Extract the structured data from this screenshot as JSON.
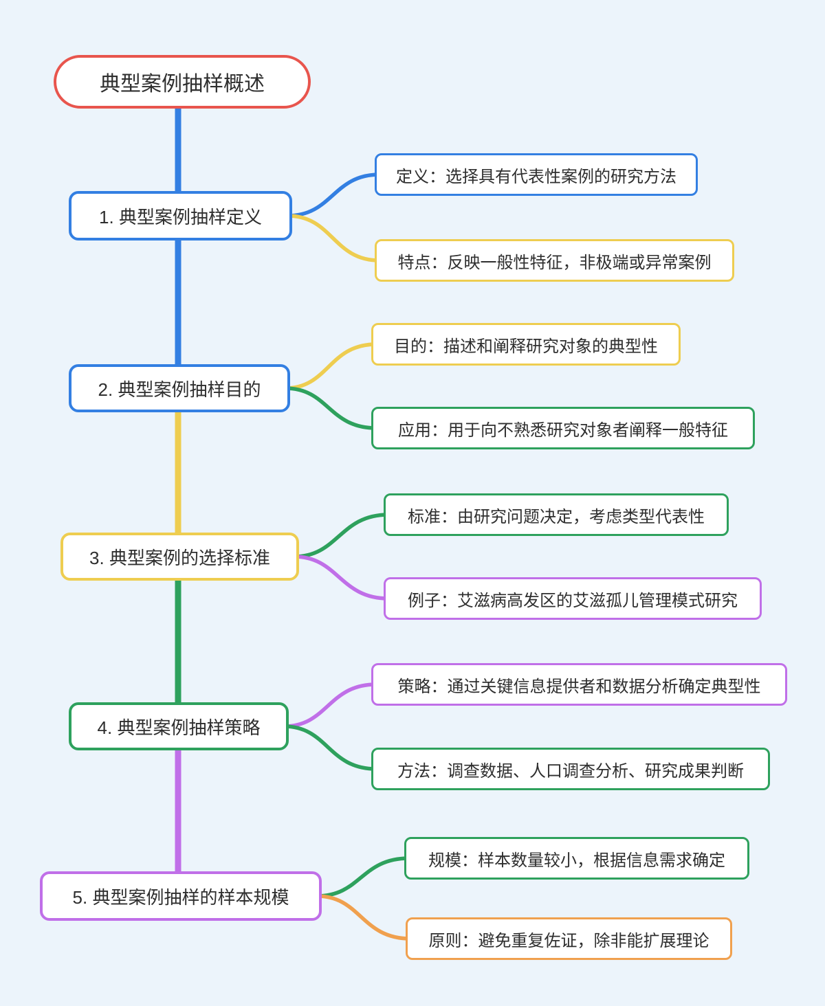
{
  "title": "典型案例抽样概述",
  "palette": {
    "background": "#ECF4FB",
    "red": "#E8554D",
    "blue": "#337FE2",
    "yellow": "#EECD50",
    "green": "#2EA15D",
    "purple": "#C06FE8",
    "orange": "#F0A04E",
    "text": "#2E2E2E",
    "node_fill": "#FFFFFF"
  },
  "spine_segments": [
    "blue",
    "blue",
    "yellow",
    "green",
    "purple"
  ],
  "root": {
    "label": "典型案例抽样概述",
    "color": "red"
  },
  "nodes": [
    {
      "label": "1. 典型案例抽样定义",
      "color": "blue",
      "children": [
        {
          "label": "定义：选择具有代表性案例的研究方法",
          "color": "blue"
        },
        {
          "label": "特点：反映一般性特征，非极端或异常案例",
          "color": "yellow"
        }
      ]
    },
    {
      "label": "2. 典型案例抽样目的",
      "color": "blue",
      "children": [
        {
          "label": "目的：描述和阐释研究对象的典型性",
          "color": "yellow"
        },
        {
          "label": "应用：用于向不熟悉研究对象者阐释一般特征",
          "color": "green"
        }
      ]
    },
    {
      "label": "3. 典型案例的选择标准",
      "color": "yellow",
      "children": [
        {
          "label": "标准：由研究问题决定，考虑类型代表性",
          "color": "green"
        },
        {
          "label": "例子：艾滋病高发区的艾滋孤儿管理模式研究",
          "color": "purple"
        }
      ]
    },
    {
      "label": "4. 典型案例抽样策略",
      "color": "green",
      "children": [
        {
          "label": "策略：通过关键信息提供者和数据分析确定典型性",
          "color": "purple"
        },
        {
          "label": "方法：调查数据、人口调查分析、研究成果判断",
          "color": "green"
        }
      ]
    },
    {
      "label": "5. 典型案例抽样的样本规模",
      "color": "purple",
      "children": [
        {
          "label": "规模：样本数量较小，根据信息需求确定",
          "color": "green"
        },
        {
          "label": "原则：避免重复佐证，除非能扩展理论",
          "color": "orange"
        }
      ]
    }
  ]
}
